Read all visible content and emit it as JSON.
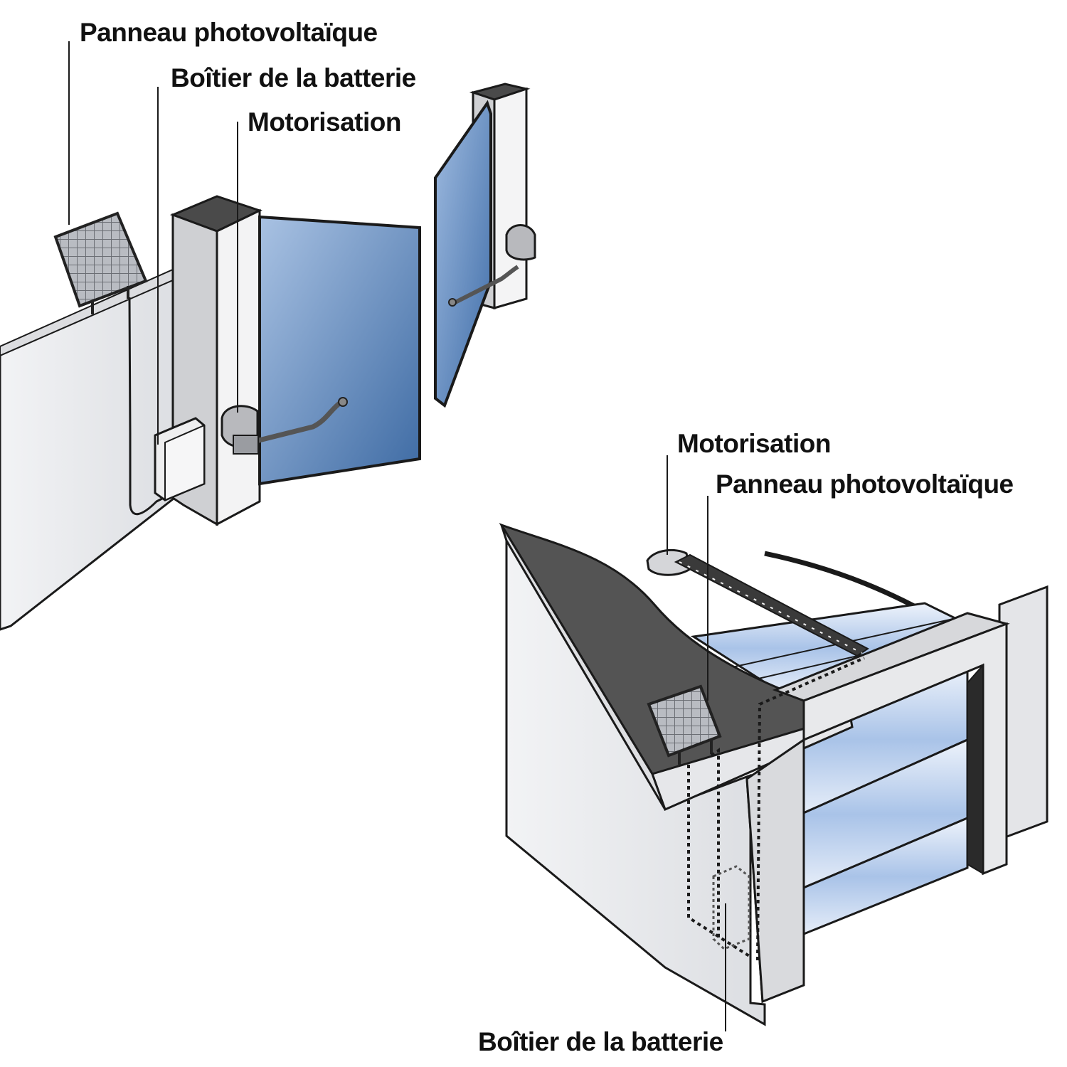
{
  "gate_diagram": {
    "labels": {
      "solar_panel": "Panneau photovoltaïque",
      "battery_box": "Boîtier de la batterie",
      "motor": "Motorisation"
    }
  },
  "garage_diagram": {
    "labels": {
      "motor": "Motorisation",
      "solar_panel": "Panneau photovoltaïque",
      "battery_box": "Boîtier de la batterie"
    }
  },
  "colors": {
    "gate_blue_light": "#9db8dc",
    "gate_blue_dark": "#3f6ea6",
    "wall": "#e9eaec",
    "roof": "#555555",
    "outline": "#1a1a1a"
  }
}
